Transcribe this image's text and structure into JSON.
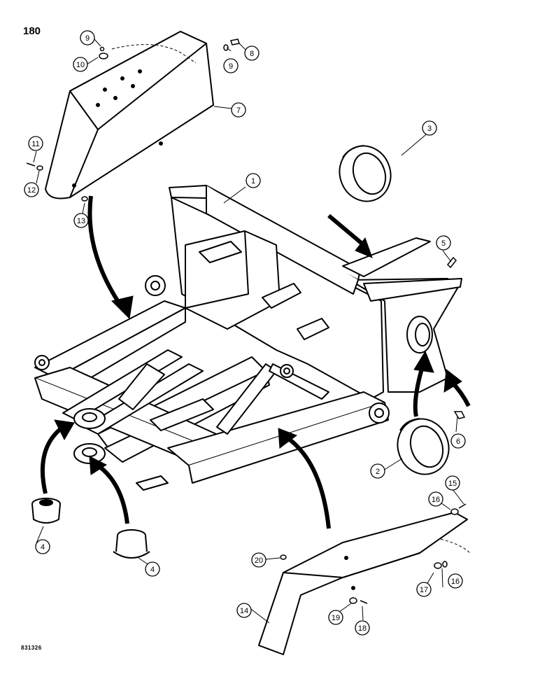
{
  "page": {
    "number": "180",
    "figure_code": "831326"
  },
  "callouts": [
    {
      "id": "c1",
      "label": "1"
    },
    {
      "id": "c2",
      "label": "2"
    },
    {
      "id": "c3",
      "label": "3"
    },
    {
      "id": "c4a",
      "label": "4"
    },
    {
      "id": "c4b",
      "label": "4"
    },
    {
      "id": "c5",
      "label": "5"
    },
    {
      "id": "c6",
      "label": "6"
    },
    {
      "id": "c7",
      "label": "7"
    },
    {
      "id": "c8",
      "label": "8"
    },
    {
      "id": "c9a",
      "label": "9"
    },
    {
      "id": "c9b",
      "label": "9"
    },
    {
      "id": "c10",
      "label": "10"
    },
    {
      "id": "c11",
      "label": "11"
    },
    {
      "id": "c12",
      "label": "12"
    },
    {
      "id": "c13",
      "label": "13"
    },
    {
      "id": "c14",
      "label": "14"
    },
    {
      "id": "c15",
      "label": "15"
    },
    {
      "id": "c16a",
      "label": "16"
    },
    {
      "id": "c16b",
      "label": "16"
    },
    {
      "id": "c17",
      "label": "17"
    },
    {
      "id": "c18",
      "label": "18"
    },
    {
      "id": "c19",
      "label": "19"
    },
    {
      "id": "c20",
      "label": "20"
    }
  ]
}
